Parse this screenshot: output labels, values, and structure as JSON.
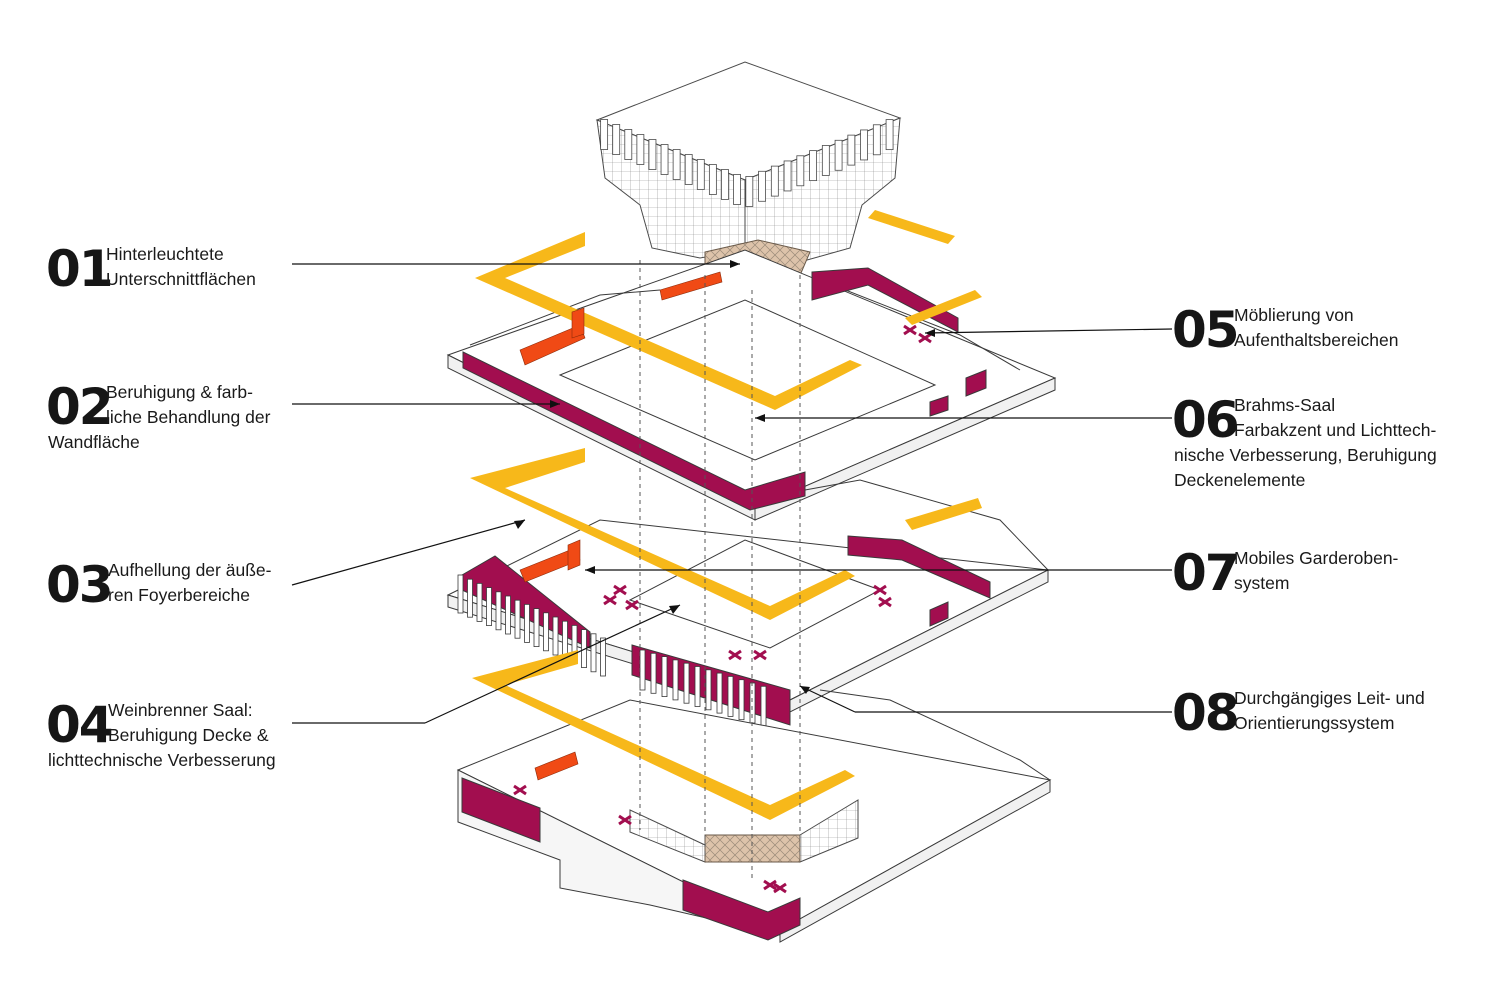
{
  "colors": {
    "yellow_guidance": "#f7b81a",
    "magenta_walls": "#a20e4f",
    "orange_furniture": "#f04a15",
    "hatched_ceiling": "#ddc3aa",
    "line": "#3a3a3a"
  },
  "annotations": [
    {
      "num": "01",
      "lines": [
        "Hinterleuchtete",
        "Unterschnittflächen"
      ]
    },
    {
      "num": "02",
      "lines": [
        "Beruhigung & farb-",
        "liche Behandlung der",
        "Wandfläche"
      ]
    },
    {
      "num": "03",
      "lines": [
        "Aufhellung der äuße-",
        "ren Foyerbereiche"
      ]
    },
    {
      "num": "04",
      "lines": [
        "Weinbrenner Saal:",
        "Beruhigung Decke &",
        "lichttechnische Verbesserung"
      ]
    },
    {
      "num": "05",
      "lines": [
        "Möblierung von",
        "Aufenthaltsbereichen"
      ]
    },
    {
      "num": "06",
      "lines": [
        "Brahms-Saal",
        "Farbakzent und Lichttech-",
        "nische Verbesserung, Beruhigung",
        "Deckenelemente"
      ]
    },
    {
      "num": "07",
      "lines": [
        "Mobiles Garderoben-",
        "system"
      ]
    },
    {
      "num": "08",
      "lines": [
        "Durchgängiges Leit- und",
        "Orientierungssystem"
      ]
    }
  ]
}
